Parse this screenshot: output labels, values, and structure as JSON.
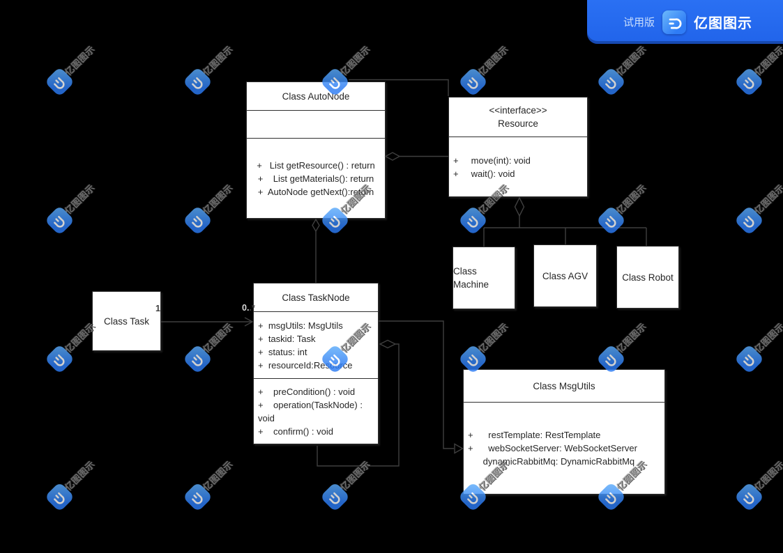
{
  "banner": {
    "trial_label": "试用版",
    "brand_name": "亿图图示"
  },
  "watermark": {
    "brand_text": "亿图图示"
  },
  "colors": {
    "canvas_bg": "#000000",
    "box_bg": "#ffffff",
    "box_border": "#2e2e2e",
    "connector": "#3f3f3f",
    "banner_bg": "#2268ef",
    "logo_blue_light": "#62b2fa",
    "logo_blue": "#2d7cf4",
    "watermark_text_gray": "#8a8a8a"
  },
  "diagram": {
    "classes": [
      {
        "id": "autonode",
        "title": "Class AutoNode",
        "stereotype": "",
        "compartments": [
          [],
          [
            "+   List getResource() : return",
            "+    List getMaterials(): return",
            "+  AutoNode getNext():return"
          ]
        ]
      },
      {
        "id": "resource",
        "title": "Resource",
        "stereotype": "<<interface>>",
        "compartments": [
          [
            "+     move(int): void",
            "+     wait(): void"
          ]
        ]
      },
      {
        "id": "machine",
        "title": "Class Machine",
        "stereotype": "",
        "compartments": []
      },
      {
        "id": "agv",
        "title": "Class AGV",
        "stereotype": "",
        "compartments": []
      },
      {
        "id": "robot",
        "title": "Class Robot",
        "stereotype": "",
        "compartments": []
      },
      {
        "id": "task",
        "title": "Class Task",
        "stereotype": "",
        "compartments": []
      },
      {
        "id": "tasknode",
        "title": "Class TaskNode",
        "stereotype": "",
        "compartments": [
          [
            "+  msgUtils: MsgUtils",
            "+  taskid: Task",
            "+  status: int",
            "+  resourceId:Resource"
          ],
          [
            "+    preCondition() : void",
            "+    operation(TaskNode) :",
            "void",
            "+    confirm() : void"
          ]
        ]
      },
      {
        "id": "msgutils",
        "title": "Class MsgUtils",
        "stereotype": "",
        "compartments": [
          [
            "+      restTemplate: RestTemplate",
            "+      webSocketServer: WebSocketServer",
            "      dynamicRabbitMq: DynamicRabbitMq"
          ]
        ]
      }
    ],
    "labels": {
      "task_end": "1",
      "tasknode_end": "0..*"
    }
  }
}
